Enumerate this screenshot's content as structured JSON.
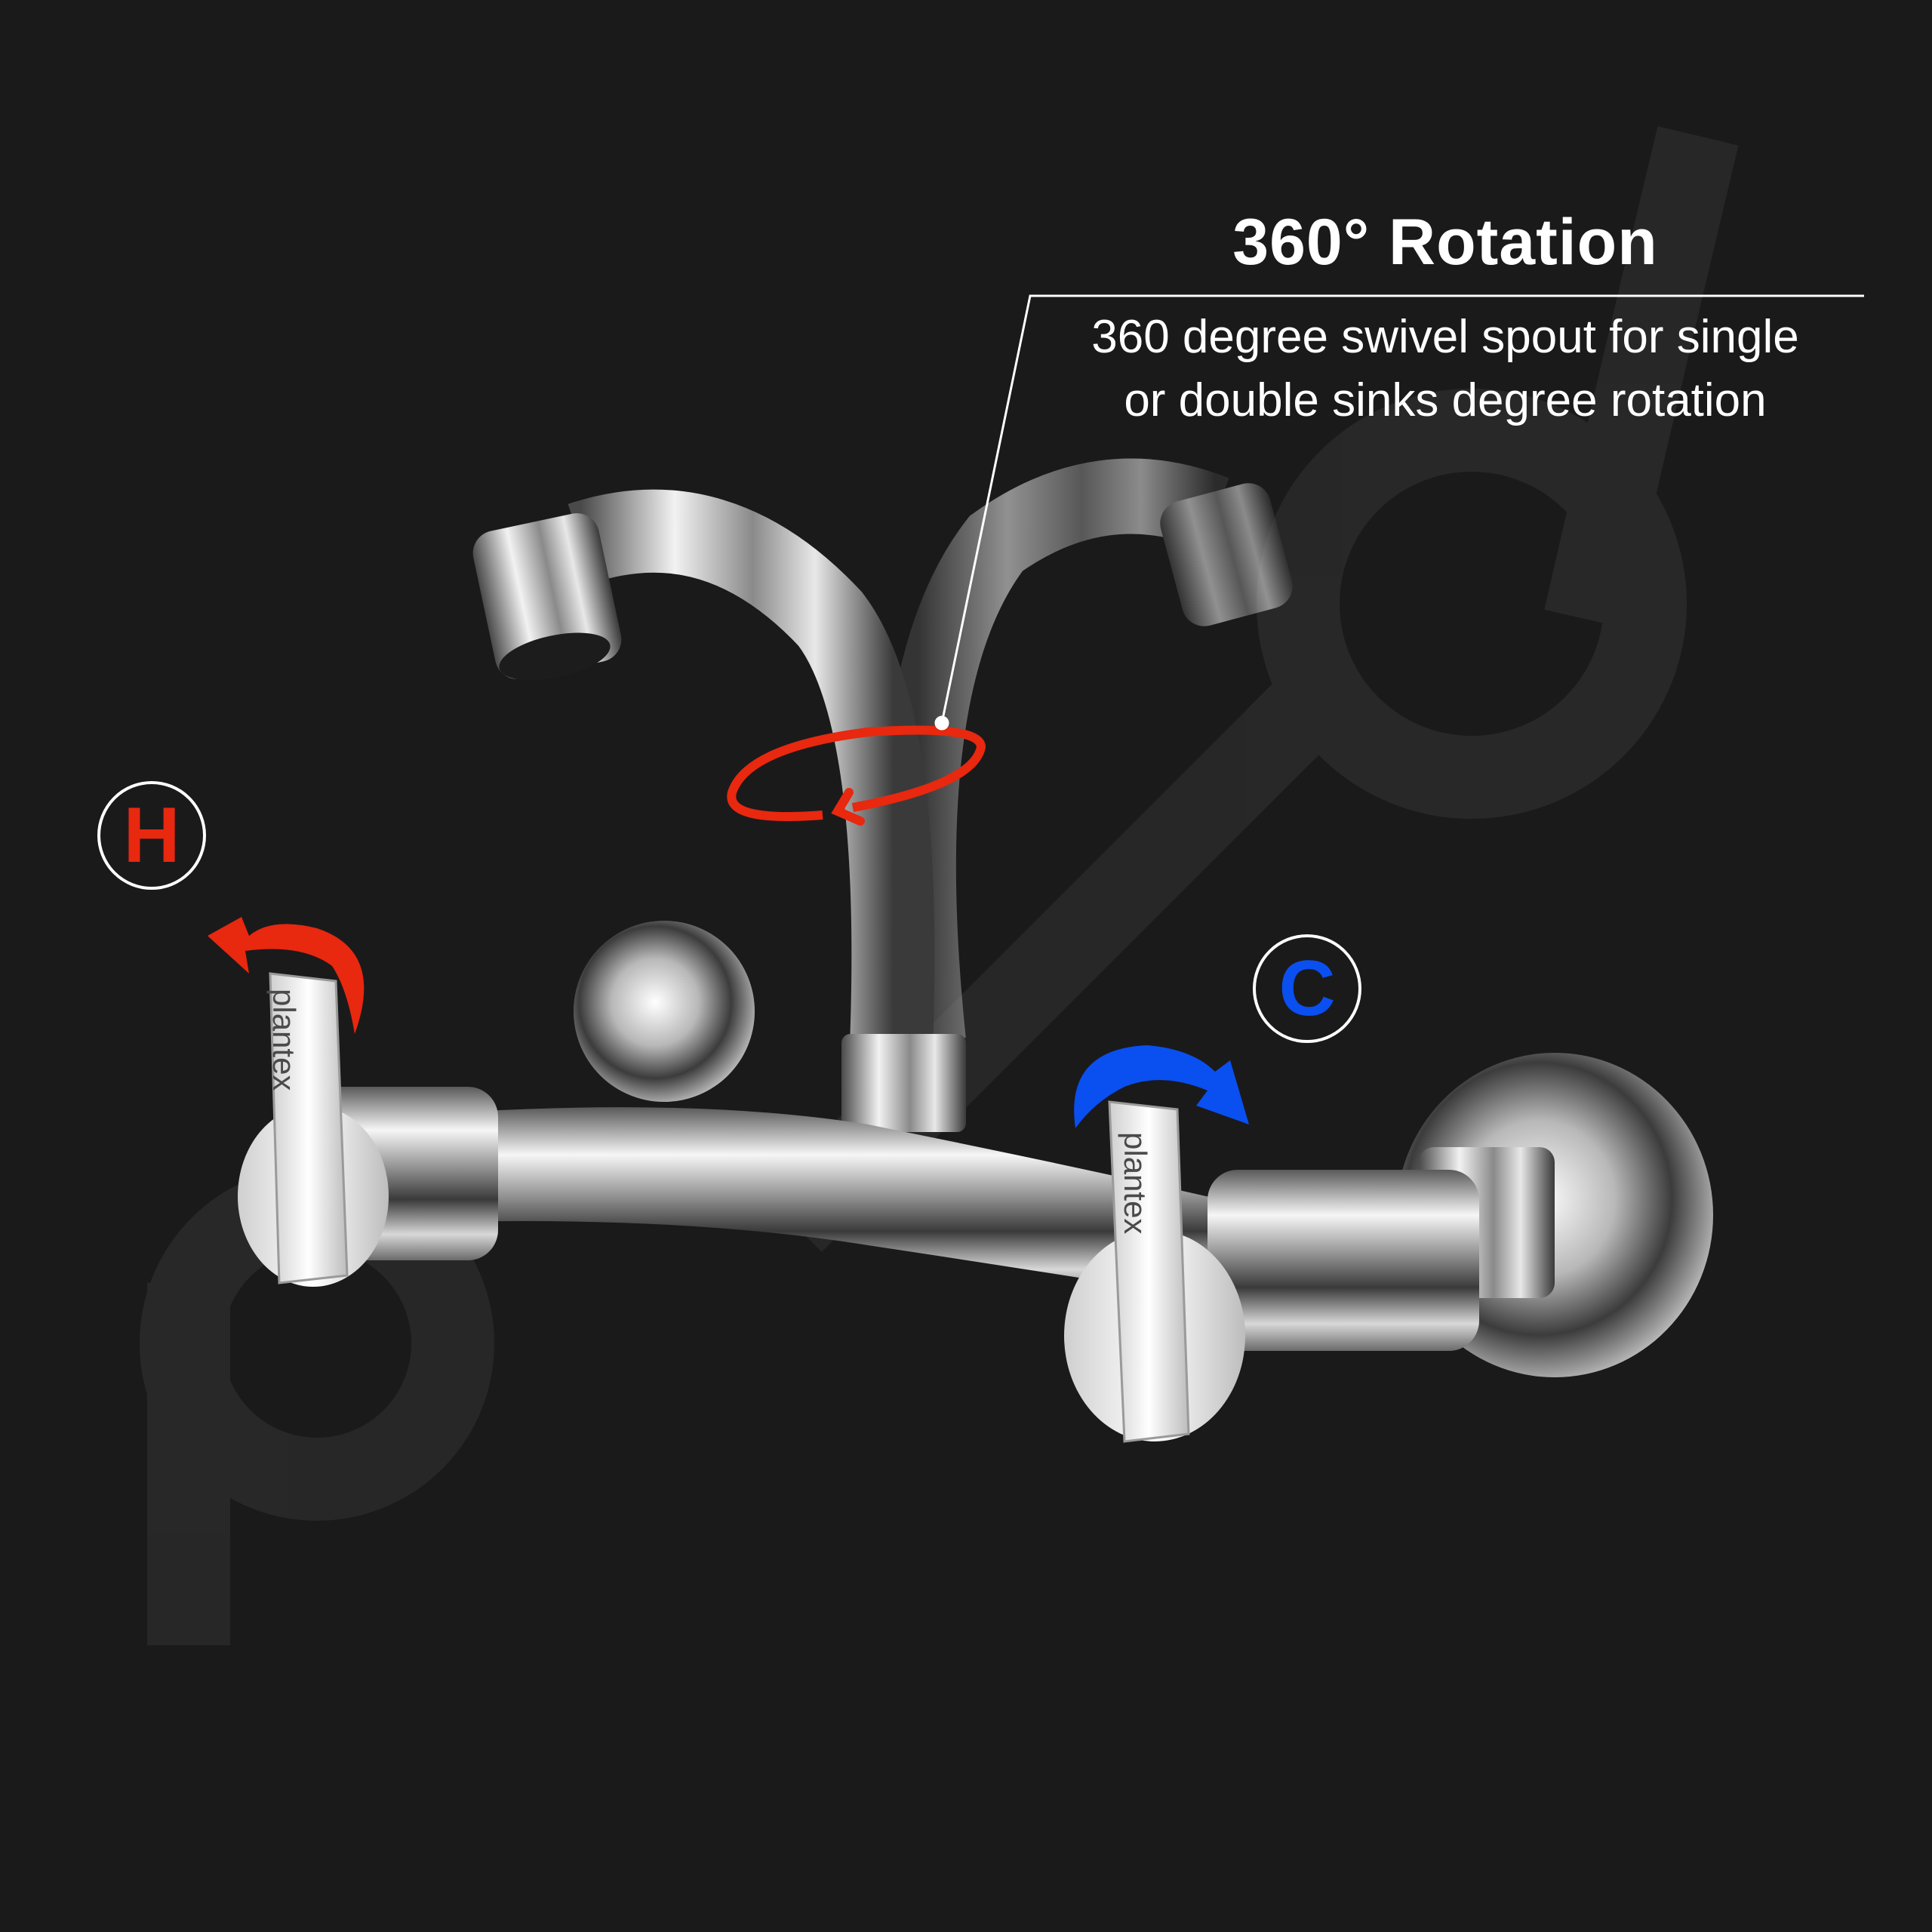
{
  "callout": {
    "title": "360° Rotation",
    "description_lines": [
      "360 degree swivel spout for single",
      "or double sinks degree rotation"
    ]
  },
  "badges": {
    "hot": {
      "letter": "H",
      "color": "#e8280f"
    },
    "cold": {
      "letter": "C",
      "color": "#0a4ff0"
    }
  },
  "handle_brand": "plantex",
  "colors": {
    "background": "#1a1a1b",
    "rotation_arrow": "#e8280f",
    "chrome_light": "#f4f4f4",
    "chrome_dark": "#2e2e2e"
  },
  "icons": {
    "rotation": "rotation-arrow-icon",
    "hot_turn": "curved-arrow-left-icon",
    "cold_turn": "curved-arrow-right-icon"
  }
}
